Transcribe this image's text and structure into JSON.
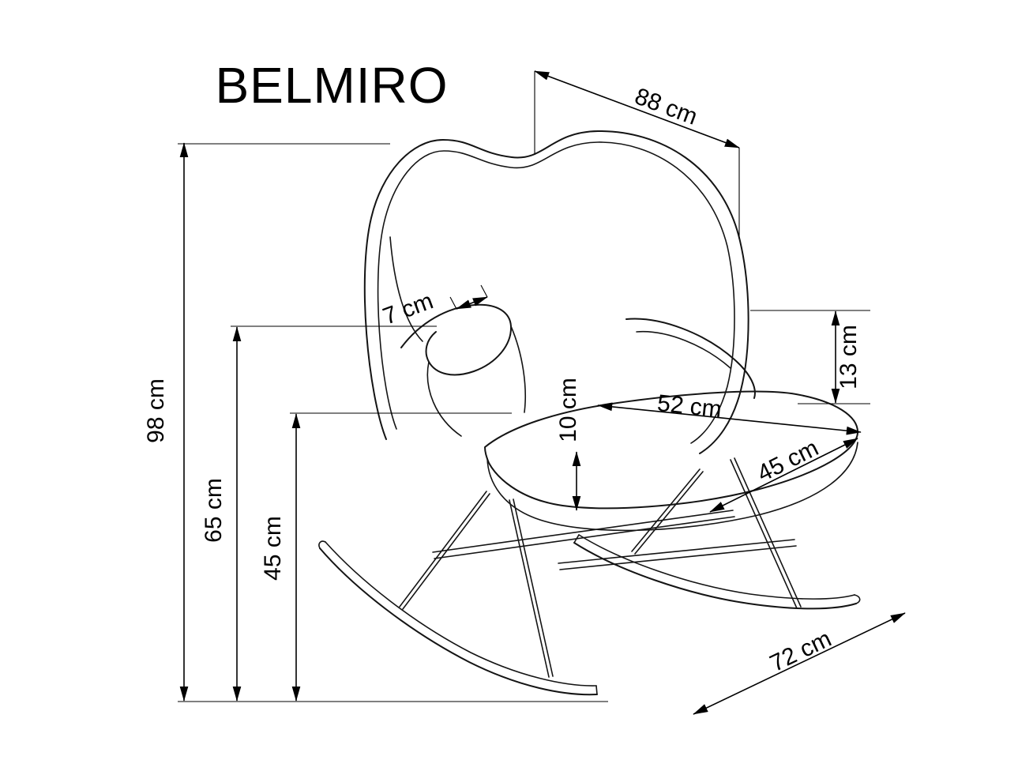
{
  "title": "BELMIRO",
  "labels": {
    "d88": "88 cm",
    "d98": "98 cm",
    "d7": "7 cm",
    "d13": "13 cm",
    "d65": "65 cm",
    "d10": "10 cm",
    "d52": "52 cm",
    "d45_seat": "45 cm",
    "d45_height": "45 cm",
    "d72": "72 cm"
  },
  "colors": {
    "ink": "#000000",
    "background": "#ffffff"
  }
}
